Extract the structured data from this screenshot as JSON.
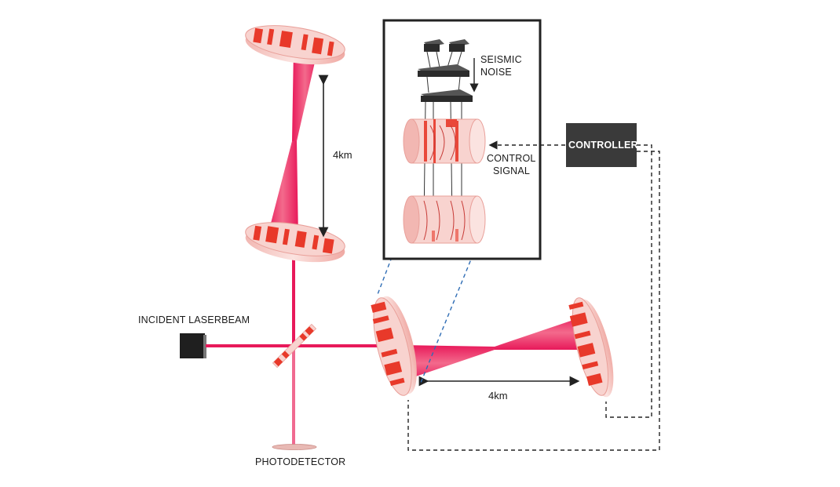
{
  "labels": {
    "incident_laserbeam": "INCIDENT LASERBEAM",
    "photodetector": "PHOTODETECTOR",
    "arm_length_vertical": "4km",
    "arm_length_horizontal": "4km",
    "seismic_line1": "SEISMIC",
    "seismic_line2": "NOISE",
    "control_line1": "CONTROL",
    "control_line2": "SIGNAL",
    "controller": "CONTROLLER"
  },
  "colors": {
    "beam": "#e8195a",
    "beam_light": "#f56a92",
    "mirror_face": "#f6c8c4",
    "mirror_stripe": "#e8392a",
    "dark": "#2b2b2b",
    "inset_border": "#222222",
    "projection_line": "#2f6db5",
    "dashed": "#222222"
  }
}
